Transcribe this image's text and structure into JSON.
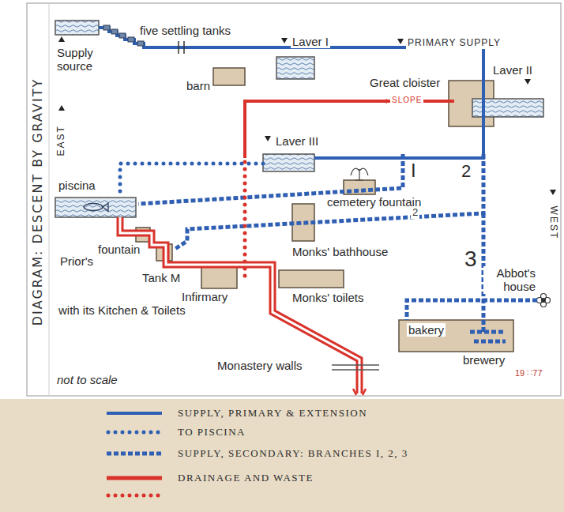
{
  "diagram": {
    "title": "DIAGRAM: DESCENT BY GRAVITY",
    "labels": [
      "five settling tanks",
      "Supply source",
      "barn",
      "Laver I",
      "PRIMARY SUPPLY",
      "Great cloister",
      "SLOPE",
      "Laver II",
      "EAST",
      "WEST",
      "Laver III",
      "piscina",
      "I",
      "2",
      "cemetery fountain",
      "2",
      "3",
      "Prior's",
      "fountain",
      "Tank M",
      "Monks' bathhouse",
      "Abbot's house",
      "Infirmary with its Kitchen & Toilets",
      "Monks' toilets",
      "bakery",
      "brewery",
      "not to scale",
      "Monastery walls",
      "19 ∷77"
    ],
    "legend": [
      {
        "text": "SUPPLY, PRIMARY & EXTENSION TO PISCINA"
      },
      {
        "text": "SUPPLY, SECONDARY: BRANCHES I, 2, 3"
      },
      {
        "text": "DRAINAGE AND WASTE"
      }
    ]
  }
}
